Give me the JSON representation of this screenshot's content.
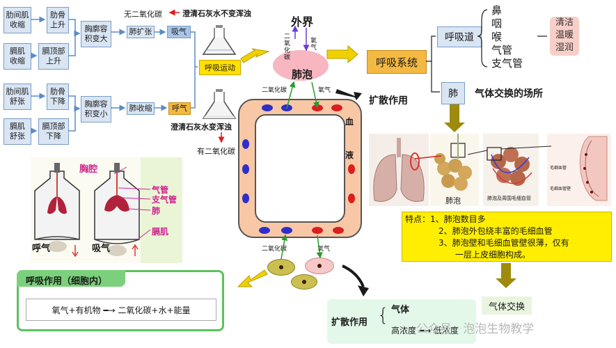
{
  "breath": {
    "intercostal_contract": "肋间肌\n收缩",
    "rib_up": "肋骨\n上升",
    "chest_up": "胸廓容\n积变大",
    "lung_expand": "肺扩张",
    "inhale": "吸气",
    "diaphragm_contract": "膈肌\n收缩",
    "dome_down": "膈顶部\n上升",
    "intercostal_relax": "肋间肌\n舒张",
    "rib_down": "肋骨\n下降",
    "chest_down": "胸廓容\n积变小",
    "lung_shrink": "肺收缩",
    "exhale": "呼气",
    "diaphragm_relax": "膈肌\n舒张",
    "dome_up": "膈顶部\n下降",
    "movement": "呼吸运动",
    "no_co2": "无二氧化碳",
    "limewater_clear": "澄清石灰水不变浑浊",
    "limewater_turbid": "澄清石灰水变浑浊",
    "has_co2": "有二氧化碳"
  },
  "model": {
    "chest": "胸腔",
    "trachea": "气管",
    "bronchus": "支气管",
    "lung": "肺",
    "diaphragm": "膈肌",
    "exhale": "呼气",
    "inhale": "吸气"
  },
  "center": {
    "outside": "外界",
    "co2_vertical": "二氧化碳",
    "o2_vertical": "氧气",
    "alveolus": "肺泡",
    "co2_top": "二氧化碳",
    "o2_top": "氧气",
    "blood_1": "血",
    "blood_2": "液",
    "co2_bottom": "二氧化碳",
    "o2_bottom": "氧气",
    "diffusion": "扩散作用"
  },
  "system": {
    "title": "呼吸系统",
    "tract": "呼吸道",
    "organs": [
      "鼻",
      "咽",
      "喉",
      "气管",
      "支气管"
    ],
    "functions": "清洁\n温暖\n湿润",
    "lung": "肺",
    "lung_role": "气体交换的场所"
  },
  "images": {
    "alveolus_label": "肺泡",
    "capillary_label": "肺泡及周围毛细血管",
    "cap_small_1": "毛细血管",
    "cap_small_2": "毛细血管壁"
  },
  "features": {
    "lines": [
      "特点：1、肺泡数目多",
      "2、肺泡外包绕丰富的毛细血管",
      "3、肺泡壁和毛细血管壁很薄，仅有",
      "一层上皮细胞构成。"
    ],
    "gas_exchange": "气体交换"
  },
  "cell_resp": {
    "title": "呼吸作用（细胞内）",
    "equation": "氧气+有机物 ━→ 二氧化碳+水+能量"
  },
  "diffusion_box": {
    "label": "扩散作用",
    "gas": "气体",
    "rule": "高浓度 ━→ 低浓度"
  },
  "watermark": "公众号 · 泡泡生物教学",
  "colors": {
    "box_blue": "#d9e5f3",
    "box_yellow": "#f4b942",
    "arrow_yellow": "#f0d000",
    "arrow_olive": "#9e8a0c",
    "red": "#d91f1f",
    "green_border": "#5cc25c",
    "feature_bg": "#ffee00"
  }
}
